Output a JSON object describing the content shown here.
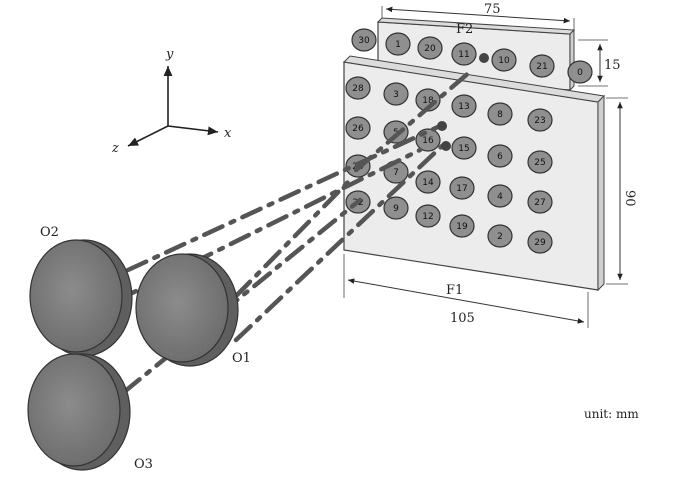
{
  "axes": {
    "x": "x",
    "y": "y",
    "z": "z"
  },
  "top_panel": {
    "label": "F2",
    "width_label": "75",
    "height_label": "15",
    "points": [
      "30",
      "1",
      "20",
      "11",
      "10",
      "21",
      "0"
    ]
  },
  "front_panel": {
    "label": "F1",
    "width_label": "105",
    "height_label": "90",
    "points": [
      "28",
      "3",
      "18",
      "13",
      "8",
      "23",
      "26",
      "5",
      "16",
      "15",
      "6",
      "25",
      "24",
      "7",
      "14",
      "17",
      "4",
      "27",
      "22",
      "9",
      "12",
      "19",
      "2",
      "29"
    ]
  },
  "observers": {
    "o1": "O1",
    "o2": "O2",
    "o3": "O3"
  },
  "unit_text": "unit: mm"
}
